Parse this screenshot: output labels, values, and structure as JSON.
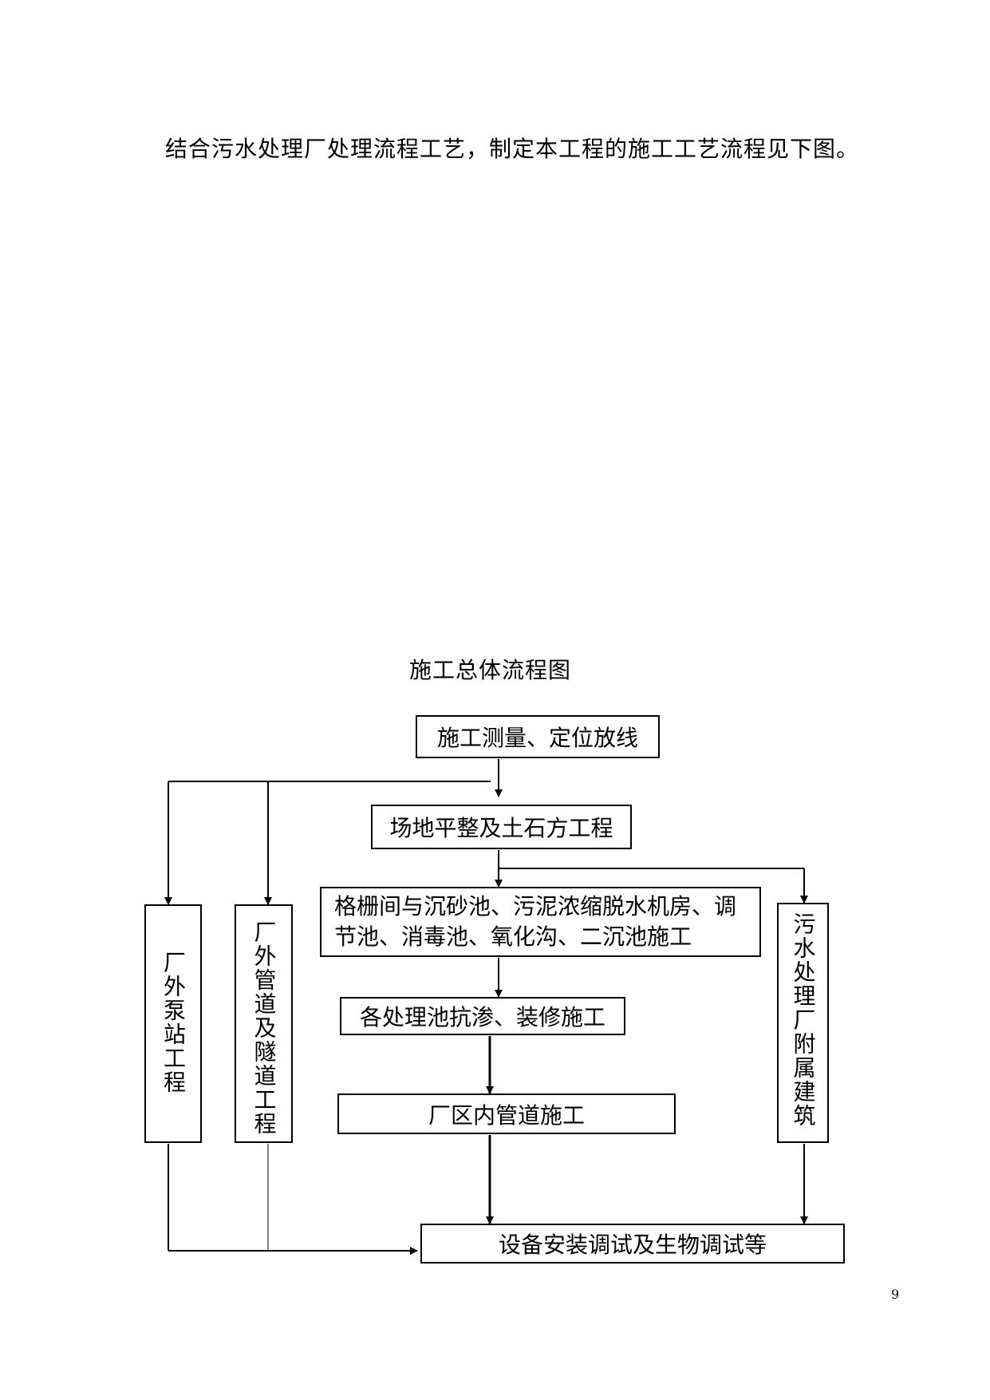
{
  "intro_text": "结合污水处理厂处理流程工艺，制定本工程的施工工艺流程见下图。",
  "diagram": {
    "title": "施工总体流程图",
    "steps": {
      "survey": "施工测量、定位放线",
      "site_leveling": "场地平整及土石方工程",
      "main_structures_line1": "格栅间与沉砂池、污泥浓缩脱水机房、调",
      "main_structures_line2": "节池、消毒池、氧化沟、二沉池施工",
      "anti_seepage": "各处理池抗渗、装修施工",
      "plant_piping": "厂区内管道施工",
      "commissioning": "设备安装调试及生物调试等",
      "pump_station": "厂外泵站工程",
      "external_pipeline": "厂外管道及隧道工程",
      "auxiliary_buildings": "污水处理厂附属建筑"
    }
  },
  "page_number": "9"
}
